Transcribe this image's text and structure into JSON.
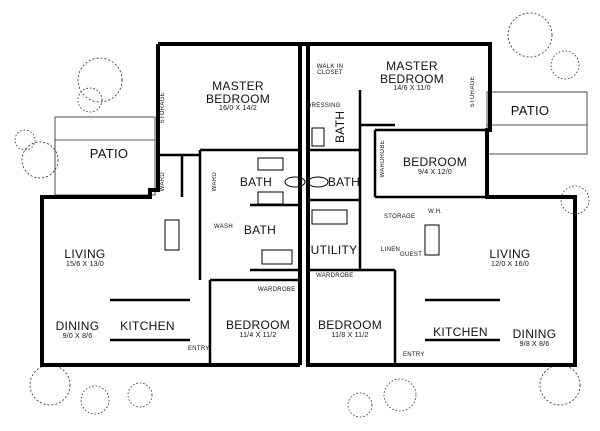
{
  "rooms": {
    "patio_left": "PATIO",
    "patio_right": "PATIO",
    "master_left": {
      "name": "MASTER BEDROOM",
      "dim": "16/0 X 14/2"
    },
    "master_right": {
      "name": "MASTER BEDROOM",
      "dim": "14/6 X 11/0"
    },
    "bedroom_right_upper": {
      "name": "BEDROOM",
      "dim": "9/4 X 12/0"
    },
    "living_left": {
      "name": "LIVING",
      "dim": "15/6 X 13/0"
    },
    "living_right": {
      "name": "LIVING",
      "dim": "12/0 X 16/0"
    },
    "dining_left": {
      "name": "DINING",
      "dim": "9/0 X 8/6"
    },
    "dining_right": {
      "name": "DINING",
      "dim": "9/8 X 8/6"
    },
    "kitchen_left": "KITCHEN",
    "kitchen_right": "KITCHEN",
    "bedroom_center_left": {
      "name": "BEDROOM",
      "dim": "11/4 X 11/2"
    },
    "bedroom_center_right": {
      "name": "BEDROOM",
      "dim": "11/8 X 11/2"
    },
    "bath_1": "BATH",
    "bath_2": "BATH",
    "bath_3": "BATH",
    "bath_4": "BATH",
    "utility": "UTILITY"
  },
  "small_labels": {
    "storage_left": "STORAGE",
    "storage_right_top": "STORAGE",
    "storage_right": "STORAGE",
    "ward_1": "WARD",
    "ward_2": "WARD",
    "wardrobe_right": "WARDROBE",
    "wardrobe_center_left": "WARDROBE",
    "wardrobe_center_right": "WARDROBE",
    "walk_in_closet": "WALK IN CLOSET",
    "dressing": "DRESSING",
    "wash": "WASH",
    "wh": "W.H.",
    "entry_left": "ENTRY",
    "entry_right": "ENTRY",
    "guest": "GUEST",
    "linen": "LINEN"
  }
}
